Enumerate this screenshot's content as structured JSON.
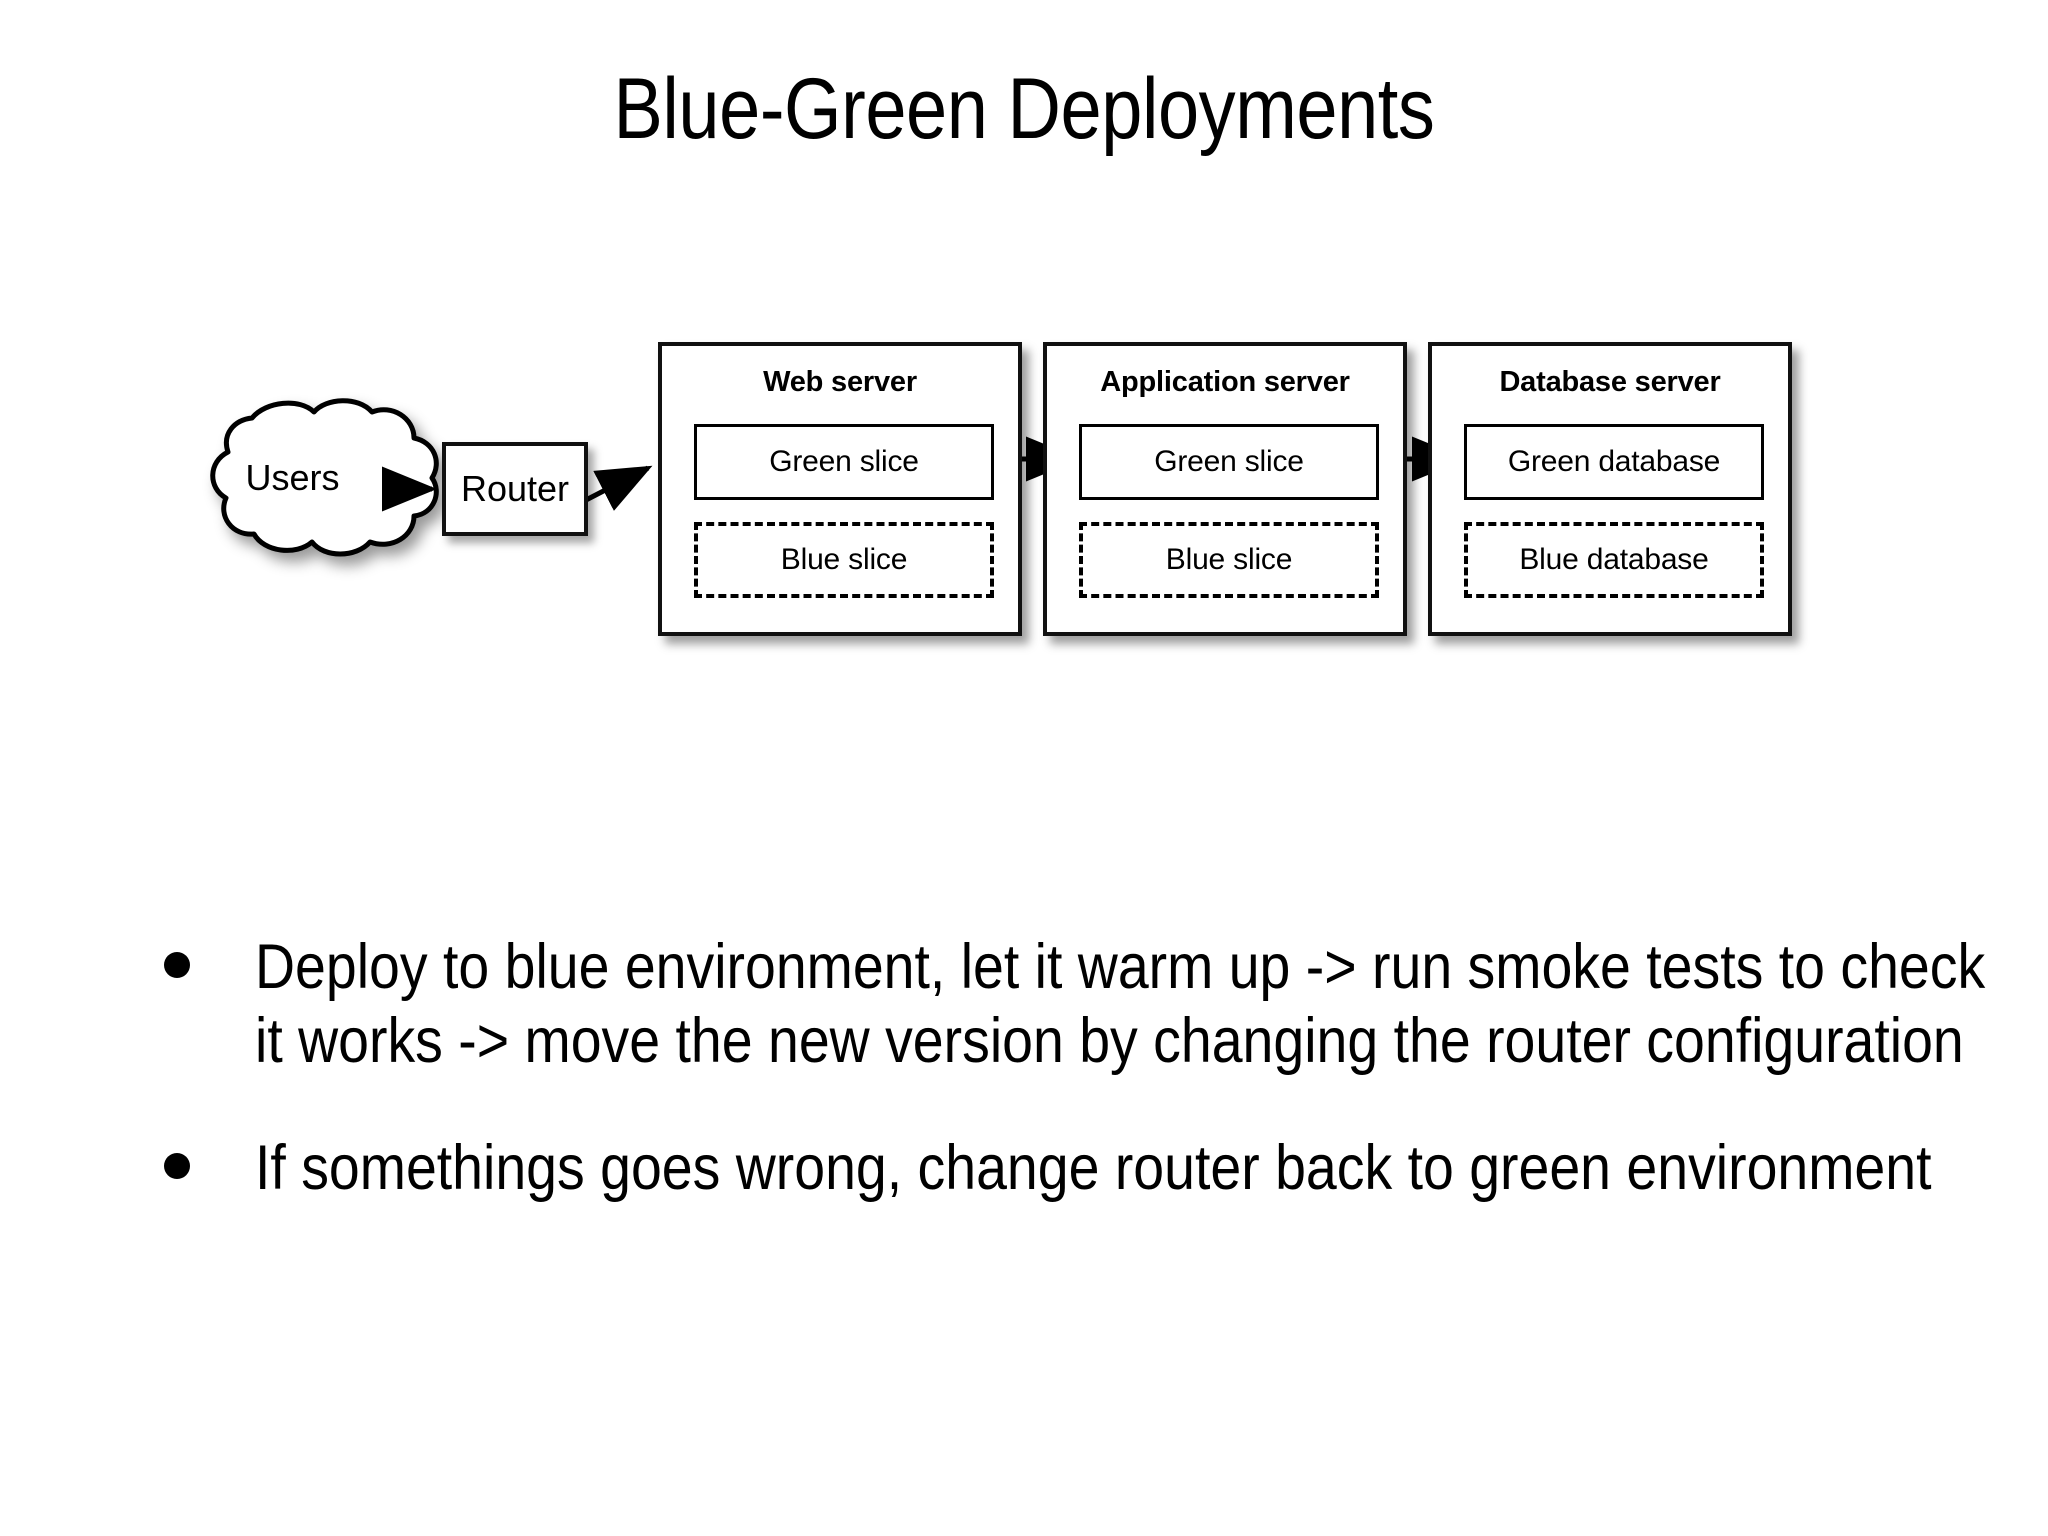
{
  "slide": {
    "title": "Blue-Green Deployments",
    "background_color": "#ffffff",
    "text_color": "#000000"
  },
  "diagram": {
    "type": "flow-diagram",
    "users": {
      "shape": "cloud",
      "label": "Users"
    },
    "router": {
      "shape": "rectangle",
      "label": "Router"
    },
    "servers": [
      {
        "title": "Web server",
        "green": {
          "label": "Green slice",
          "border": "solid",
          "active": true
        },
        "blue": {
          "label": "Blue slice",
          "border": "dashed",
          "active": false
        }
      },
      {
        "title": "Application server",
        "green": {
          "label": "Green slice",
          "border": "solid",
          "active": true
        },
        "blue": {
          "label": "Blue slice",
          "border": "dashed",
          "active": false
        }
      },
      {
        "title": "Database server",
        "green": {
          "label": "Green database",
          "border": "solid",
          "active": true
        },
        "blue": {
          "label": "Blue database",
          "border": "dashed",
          "active": false
        }
      }
    ],
    "arrows": [
      {
        "from": "Users",
        "to": "Router"
      },
      {
        "from": "Router",
        "to": "Web server Green slice"
      },
      {
        "from": "Web server Green slice",
        "to": "Application server Green slice"
      },
      {
        "from": "Application server Green slice",
        "to": "Database server Green database"
      }
    ]
  },
  "bullets": [
    "Deploy to blue environment, let it warm up -> run smoke tests to check it works -> move the new version by changing the router configuration",
    "If somethings goes wrong, change router back to green environment"
  ]
}
